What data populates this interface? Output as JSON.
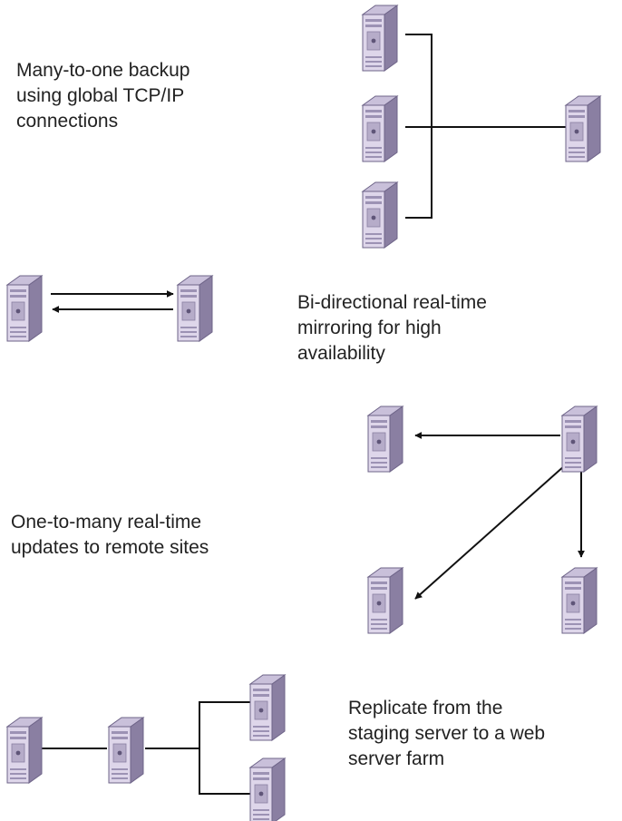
{
  "colors": {
    "server_front": "#ded6ea",
    "server_side": "#8a7fa2",
    "server_top": "#c9c0da",
    "server_edge": "#6e6488",
    "connector": "#111111",
    "text": "#222222"
  },
  "icons": {
    "server": "server-tower-icon"
  },
  "sections": [
    {
      "id": "many-to-one",
      "lines": [
        "Many-to-one backup",
        "using global TCP/IP",
        "connections"
      ]
    },
    {
      "id": "bidirectional",
      "lines": [
        "Bi-directional real-time",
        "mirroring for high",
        "availability"
      ]
    },
    {
      "id": "one-to-many",
      "lines": [
        "One-to-many real-time",
        "updates to remote sites"
      ]
    },
    {
      "id": "staging",
      "lines": [
        "Replicate from the",
        "staging server to a web",
        "server farm"
      ]
    }
  ]
}
